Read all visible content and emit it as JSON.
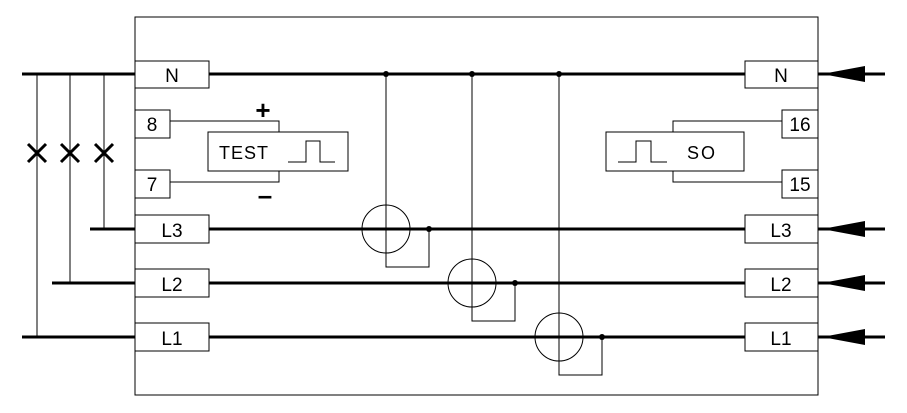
{
  "terminals_left": {
    "n": "N",
    "t8": "8",
    "t7": "7",
    "l3": "L3",
    "l2": "L2",
    "l1": "L1"
  },
  "terminals_right": {
    "n": "N",
    "t16": "16",
    "t15": "15",
    "l3": "L3",
    "l2": "L2",
    "l1": "L1"
  },
  "test_block": {
    "label": "TEST",
    "plus": "+",
    "minus": "–"
  },
  "so_block": {
    "label": "SO"
  },
  "colors": {
    "line": "#000000",
    "background": "#ffffff"
  }
}
